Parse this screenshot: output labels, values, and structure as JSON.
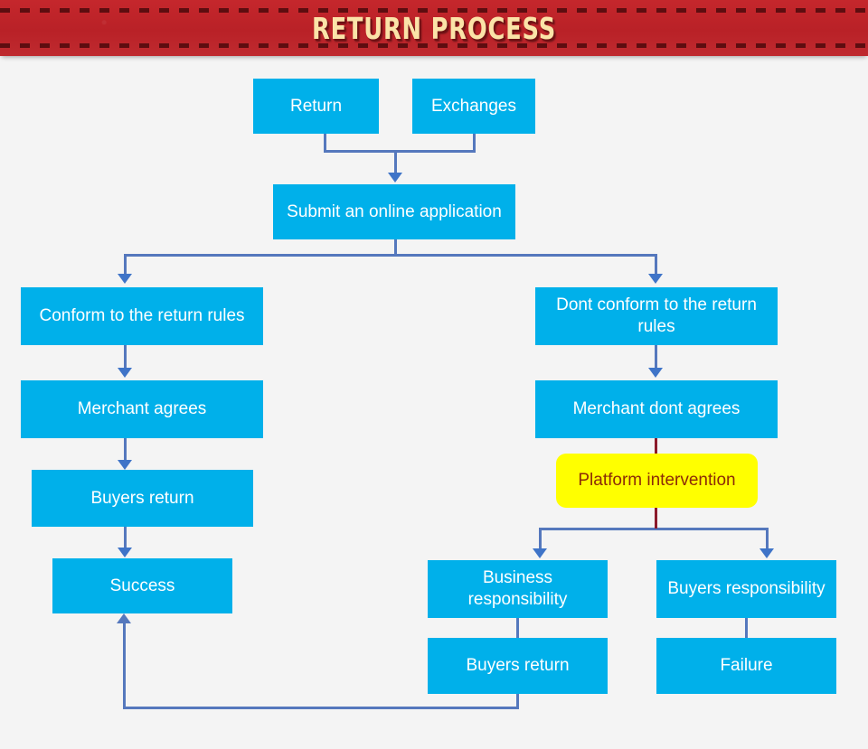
{
  "banner": {
    "title": "RETURN PROCESS",
    "background_color": "#c1272d",
    "title_color": "#fbe3a8",
    "dash_color": "#5d0d10"
  },
  "canvas": {
    "background_color": "#f4f4f4",
    "node_color": "#00b0ea",
    "node_text_color": "#ffffff",
    "highlight_color": "#ffff00",
    "highlight_text_color": "#8c2b07",
    "connector_color": "#5578bd",
    "highlight_connector_color": "#8b1a2b"
  },
  "chart_data": {
    "type": "flowchart",
    "title": "RETURN PROCESS",
    "nodes": [
      {
        "id": "return",
        "label": "Return",
        "style": "primary"
      },
      {
        "id": "exchanges",
        "label": "Exchanges",
        "style": "primary"
      },
      {
        "id": "submit",
        "label": "Submit an online application",
        "style": "primary"
      },
      {
        "id": "conform",
        "label": "Conform to the return rules",
        "style": "primary"
      },
      {
        "id": "merchant-agrees",
        "label": "Merchant agrees",
        "style": "primary"
      },
      {
        "id": "buyers-return-left",
        "label": "Buyers return",
        "style": "primary"
      },
      {
        "id": "success",
        "label": "Success",
        "style": "primary"
      },
      {
        "id": "dont-conform",
        "label": "Dont conform to the return rules",
        "style": "primary"
      },
      {
        "id": "merchant-dont-agrees",
        "label": "Merchant dont agrees",
        "style": "primary"
      },
      {
        "id": "platform",
        "label": "Platform intervention",
        "style": "highlight"
      },
      {
        "id": "business-resp",
        "label": "Business responsibility",
        "style": "primary"
      },
      {
        "id": "buyers-return-right",
        "label": "Buyers return",
        "style": "primary"
      },
      {
        "id": "buyers-resp",
        "label": "Buyers responsibility",
        "style": "primary"
      },
      {
        "id": "failure",
        "label": "Failure",
        "style": "primary"
      }
    ],
    "edges": [
      {
        "from": "return",
        "to": "submit"
      },
      {
        "from": "exchanges",
        "to": "submit"
      },
      {
        "from": "submit",
        "to": "conform"
      },
      {
        "from": "submit",
        "to": "dont-conform"
      },
      {
        "from": "conform",
        "to": "merchant-agrees"
      },
      {
        "from": "merchant-agrees",
        "to": "buyers-return-left"
      },
      {
        "from": "buyers-return-left",
        "to": "success"
      },
      {
        "from": "dont-conform",
        "to": "merchant-dont-agrees"
      },
      {
        "from": "merchant-dont-agrees",
        "to": "platform"
      },
      {
        "from": "platform",
        "to": "business-resp"
      },
      {
        "from": "platform",
        "to": "buyers-resp"
      },
      {
        "from": "business-resp",
        "to": "buyers-return-right"
      },
      {
        "from": "buyers-resp",
        "to": "failure"
      },
      {
        "from": "buyers-return-right",
        "to": "success"
      }
    ]
  },
  "nodes": {
    "return": "Return",
    "exchanges": "Exchanges",
    "submit": "Submit an online application",
    "conform": "Conform to the return rules",
    "merchant_agrees": "Merchant agrees",
    "buyers_return_left": "Buyers return",
    "success": "Success",
    "dont_conform": "Dont conform to the return rules",
    "merchant_dont_agrees": "Merchant dont agrees",
    "platform": "Platform intervention",
    "business_resp": "Business responsibility",
    "buyers_return_right": "Buyers return",
    "buyers_resp": "Buyers responsibility",
    "failure": "Failure"
  }
}
